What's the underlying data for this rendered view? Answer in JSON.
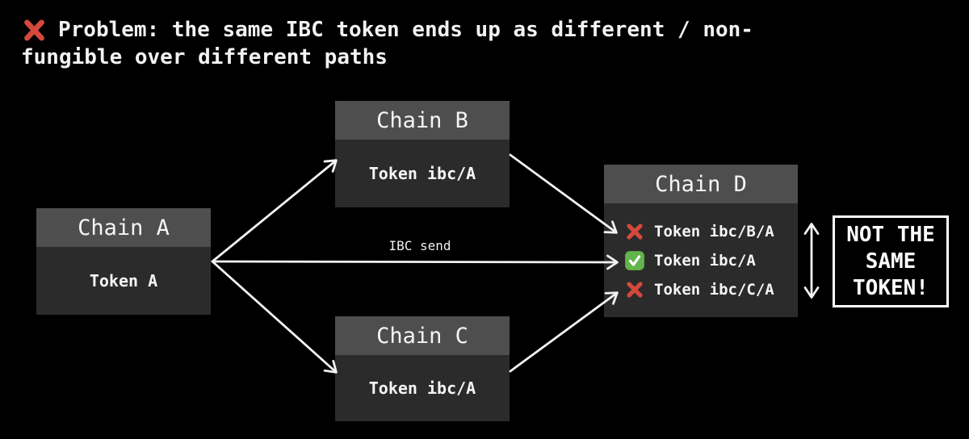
{
  "title": {
    "line1": "Problem: the same IBC token ends up as different / non-",
    "line2": "fungible over different paths",
    "full_text": "Problem: the same IBC token ends up as different / non-fungible over different paths",
    "icon": "cross-mark"
  },
  "diagram": {
    "chain_a": {
      "header": "Chain A",
      "token": "Token A"
    },
    "chain_b": {
      "header": "Chain B",
      "token": "Token ibc/A"
    },
    "chain_c": {
      "header": "Chain C",
      "token": "Token ibc/A"
    },
    "chain_d": {
      "header": "Chain D",
      "tokens": [
        {
          "status": "rejected",
          "icon": "cross-mark",
          "label": "Token ibc/B/A"
        },
        {
          "status": "accepted",
          "icon": "check-mark",
          "label": "Token ibc/A"
        },
        {
          "status": "rejected",
          "icon": "cross-mark",
          "label": "Token ibc/C/A"
        }
      ]
    },
    "arrows": [
      {
        "from": "chain-a",
        "to": "chain-b"
      },
      {
        "from": "chain-a",
        "to": "chain-d",
        "label": "IBC send"
      },
      {
        "from": "chain-a",
        "to": "chain-c"
      },
      {
        "from": "chain-b",
        "to": "chain-d"
      },
      {
        "from": "chain-c",
        "to": "chain-d"
      }
    ],
    "arrow_label": "IBC send",
    "note": {
      "line1": "NOT THE",
      "line2": "SAME",
      "line3": "TOKEN!",
      "full_text": "NOT THE SAME TOKEN!"
    }
  },
  "colors": {
    "background": "#000000",
    "box_header": "#4e4e4e",
    "box_body": "#2b2b2b",
    "cross_red": "#d5483c",
    "check_green": "#63b44d",
    "arrow_white": "#f2f2f2",
    "text_white": "#f5f5f5"
  }
}
